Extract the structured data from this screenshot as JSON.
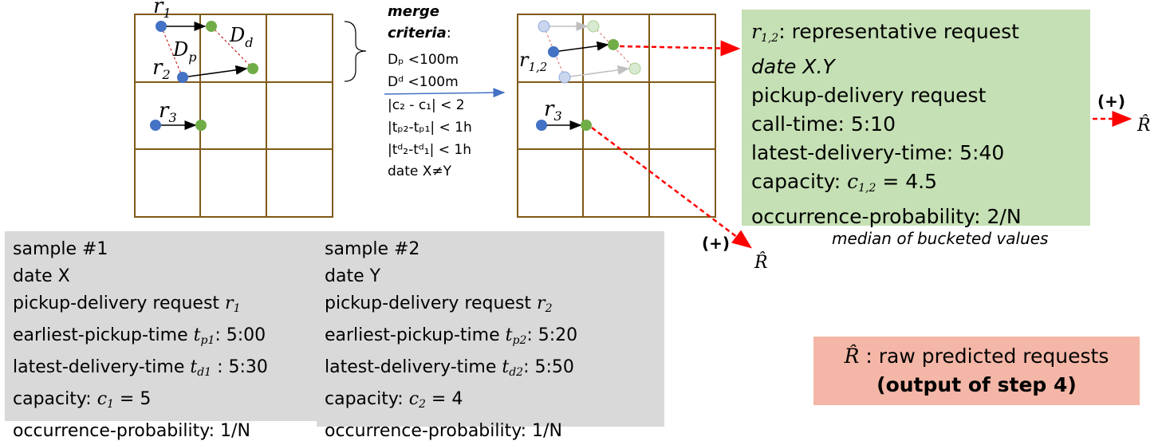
{
  "left_grid": {
    "labels": {
      "r1": "r",
      "r1_sub": "1",
      "r2": "r",
      "r2_sub": "2",
      "r3": "r",
      "r3_sub": "3",
      "dp": "D",
      "dp_sub": "p",
      "dd": "D",
      "dd_sub": "d"
    }
  },
  "criteria": {
    "title_line1": "merge",
    "title_line2": "criteria",
    "title_colon": ":",
    "items": [
      "Dₚ <100m",
      "Dᵈ <100m",
      "|c₂ - c₁| < 2",
      "|tₚ₂-tₚ₁| < 1h",
      "|tᵈ₂-tᵈ₁| < 1h",
      "date X≠Y"
    ]
  },
  "right_grid": {
    "labels": {
      "r12": "r",
      "r12_sub": "1,2",
      "r3": "r",
      "r3_sub": "3"
    }
  },
  "representative": {
    "title_var": "r",
    "title_sub": "1,2",
    "title_text": ": representative request",
    "date": "date X.Y",
    "type": "pickup-delivery request",
    "call_time": "call-time: 5:10",
    "latest_delivery": "latest-delivery-time: 5:40",
    "capacity_label": "capacity: ",
    "capacity_var": "c",
    "capacity_sub": "1,2",
    "capacity_value": " = 4.5",
    "probability": "occurrence-probability: 2/N",
    "caption": "median of bucketed values"
  },
  "outputs": {
    "plus_label": "(+)",
    "r_hat": "R̂"
  },
  "sample1": {
    "title": "sample #1",
    "date": "date X",
    "request_text": "pickup-delivery request ",
    "request_var": "r",
    "request_sub": "1",
    "pickup_text": "earliest-pickup-time ",
    "pickup_var": "t",
    "pickup_sub": "p1",
    "pickup_value": ": 5:00",
    "delivery_text": "latest-delivery-time ",
    "delivery_var": "t",
    "delivery_sub": "d1",
    "delivery_value": " : 5:30",
    "capacity_text": "capacity: ",
    "capacity_var": "c",
    "capacity_sub": "1",
    "capacity_value": " = 5",
    "probability": "occurrence-probability: 1/N"
  },
  "sample2": {
    "title": "sample #2",
    "date": "date Y",
    "request_text": "pickup-delivery request ",
    "request_var": "r",
    "request_sub": "2",
    "pickup_text": "earliest-pickup-time ",
    "pickup_var": "t",
    "pickup_sub": "p2",
    "pickup_value": ": 5:20",
    "delivery_text": "latest-delivery-time ",
    "delivery_var": "t",
    "delivery_sub": "d2",
    "delivery_value": ": 5:50",
    "capacity_text": "capacity: ",
    "capacity_var": "c",
    "capacity_sub": "2",
    "capacity_value": " = 4",
    "probability": "occurrence-probability: 1/N"
  },
  "legend": {
    "symbol": "R̂",
    "text": " : raw predicted requests",
    "bold": "(output of step 4)"
  },
  "colors": {
    "grid": "#7f5a18",
    "pickup": "#4472c4",
    "delivery": "#70ad47",
    "dashed_red": "#ff0000",
    "rep_box": "#c5e0b4",
    "sample_box": "#d9d9d9",
    "legend_box": "#f4b6a6"
  }
}
